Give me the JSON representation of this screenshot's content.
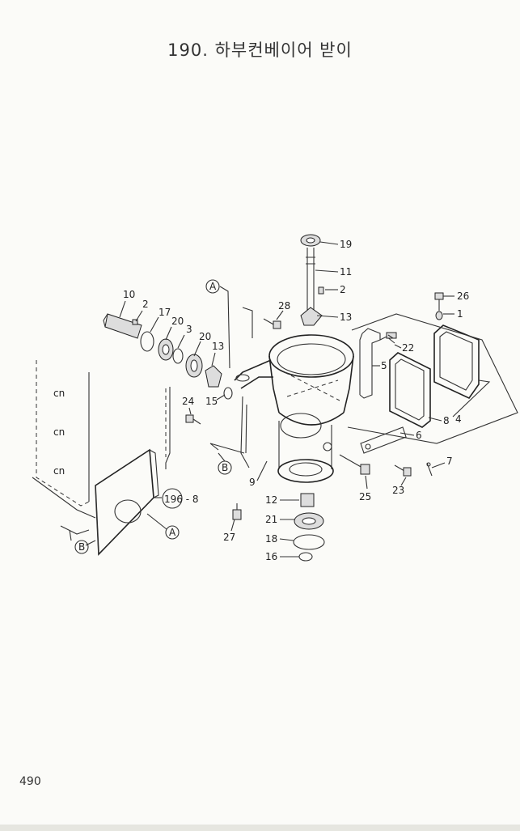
{
  "title": "190. 하부컨베이어 받이",
  "page_number": "490",
  "callouts": {
    "c19": "19",
    "c11": "11",
    "c2a": "2",
    "c13a": "13",
    "c26": "26",
    "c1": "1",
    "c28": "28",
    "c10": "10",
    "c2b": "2",
    "c17": "17",
    "c20a": "20",
    "c3": "3",
    "c20b": "20",
    "c13b": "13",
    "c15": "15",
    "c24": "24",
    "c22": "22",
    "c5": "5",
    "c8": "8",
    "c4": "4",
    "c6": "6",
    "c7": "7",
    "c9": "9",
    "c25": "25",
    "c23": "23",
    "c12": "12",
    "c21": "21",
    "c18": "18",
    "c16": "16",
    "c27": "27",
    "c196_8": "196 - 8",
    "refA1": "A",
    "refA2": "A",
    "refB1": "B",
    "refB2": "B"
  }
}
